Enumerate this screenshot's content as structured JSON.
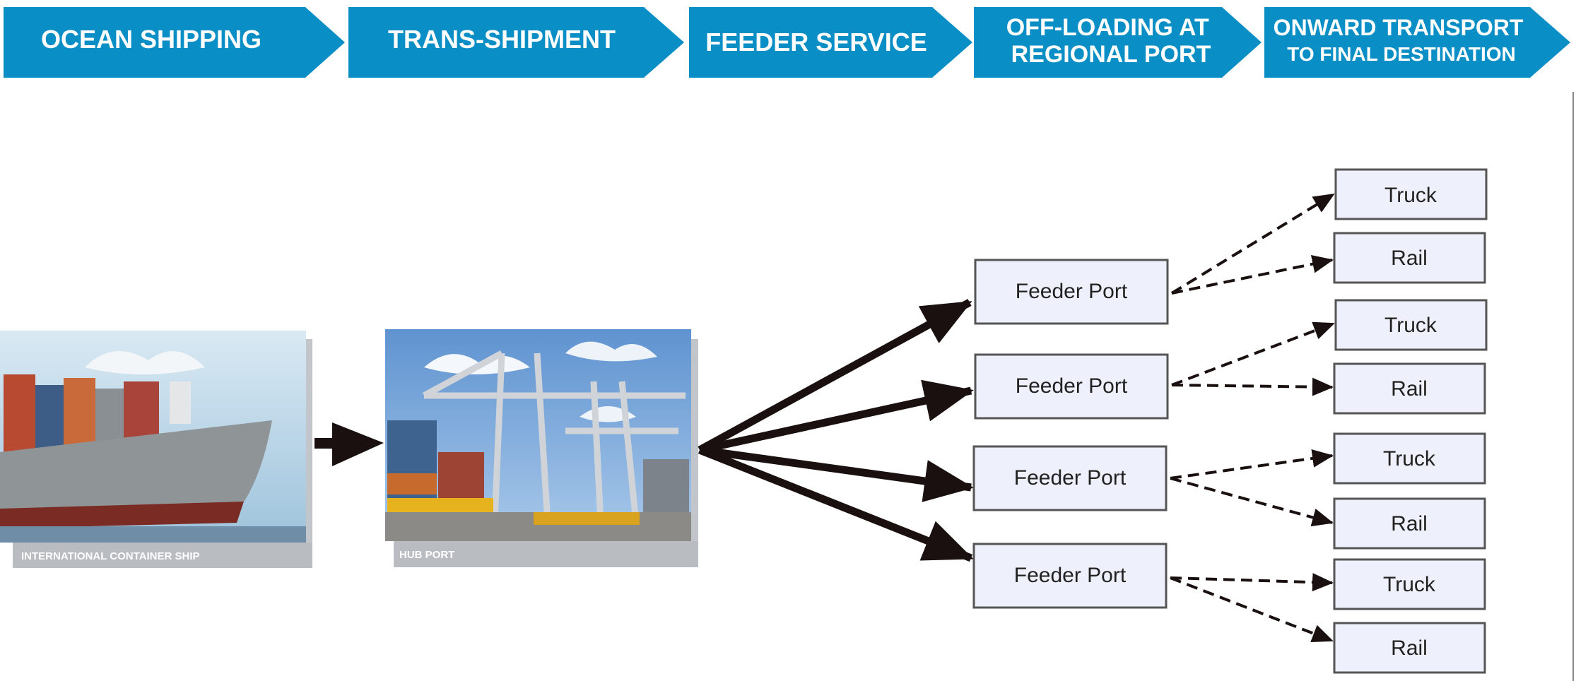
{
  "stages": [
    {
      "lines": [
        "OCEAN SHIPPING"
      ]
    },
    {
      "lines": [
        "TRANS-SHIPMENT"
      ]
    },
    {
      "lines": [
        "FEEDER SERVICE"
      ]
    },
    {
      "lines": [
        "OFF-LOADING AT",
        "REGIONAL PORT"
      ]
    },
    {
      "lines": [
        "ONWARD TRANSPORT",
        "TO FINAL DESTINATION"
      ]
    }
  ],
  "photos": {
    "ship_caption": "INTERNATIONAL CONTAINER SHIP",
    "hub_caption": "HUB PORT"
  },
  "feeder_ports": [
    {
      "label": "Feeder Port"
    },
    {
      "label": "Feeder Port"
    },
    {
      "label": "Feeder Port"
    },
    {
      "label": "Feeder Port"
    }
  ],
  "destinations": [
    {
      "label": "Truck"
    },
    {
      "label": "Rail"
    },
    {
      "label": "Truck"
    },
    {
      "label": "Rail"
    },
    {
      "label": "Truck"
    },
    {
      "label": "Rail"
    },
    {
      "label": "Truck"
    },
    {
      "label": "Rail"
    }
  ],
  "colors": {
    "stage_fill": "#0a8ec6",
    "box_fill": "#eef0fb",
    "box_border": "#555555",
    "arrow": "#1a1010",
    "caption_band": "#b9bcc0"
  }
}
